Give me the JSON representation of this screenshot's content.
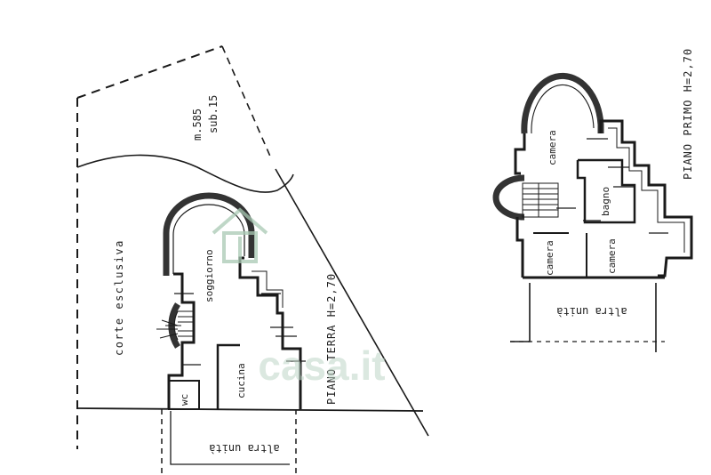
{
  "plan": {
    "ground_floor": {
      "title": "PIANO TERRA H=2,70",
      "parcel_note_1": "m.585",
      "parcel_note_2": "sub.15",
      "rooms": {
        "garden": "corte esclusiva",
        "living": "soggiorno",
        "kitchen": "cucina",
        "wc": "wc",
        "neighbor": "altra unità"
      }
    },
    "first_floor": {
      "title": "PIANO PRIMO H=2,70",
      "rooms": {
        "bedroom_top": "camera",
        "bathroom": "bagno",
        "bedroom_left": "camera",
        "bedroom_right": "camera",
        "neighbor": "altra unità"
      }
    }
  },
  "watermark": {
    "text": "casa.it",
    "color": "#bfd6c7"
  }
}
